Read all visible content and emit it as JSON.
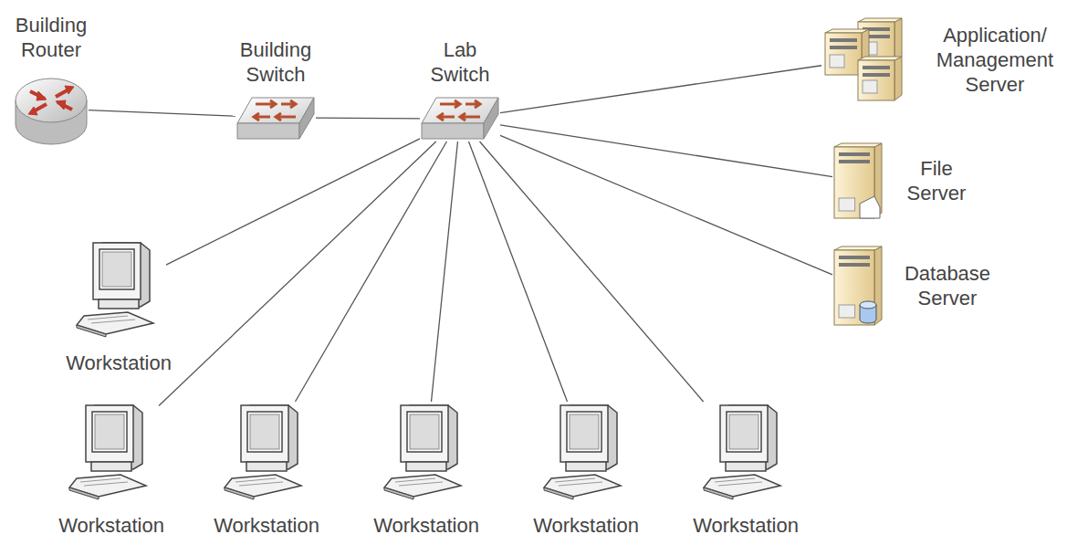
{
  "diagram": {
    "nodes": [
      {
        "text": [
          "Building Router"
        ]
      },
      {
        "text": [
          "Building Switch"
        ]
      },
      {
        "text": [
          "Lab Switch"
        ]
      },
      {
        "text": [
          "Application/ Management Server"
        ]
      },
      {
        "text": [
          "File Server"
        ]
      },
      {
        "text": [
          "Database Server"
        ]
      },
      {
        "text": [
          "Workstation"
        ]
      },
      {
        "text": [
          "Workstation"
        ]
      },
      {
        "text": [
          "Workstation"
        ]
      },
      {
        "text": [
          "Workstation"
        ]
      },
      {
        "text": [
          "Workstation"
        ]
      },
      {
        "text": [
          "Workstation"
        ]
      }
    ],
    "edges": [
      {
        "from": 0,
        "to": 1,
        "arrow": "none"
      },
      {
        "from": 1,
        "to": 2,
        "arrow": "none"
      },
      {
        "from": 2,
        "to": 3,
        "arrow": "none"
      },
      {
        "from": 2,
        "to": 4,
        "arrow": "none"
      },
      {
        "from": 2,
        "to": 5,
        "arrow": "none"
      },
      {
        "from": 2,
        "to": 6,
        "arrow": "none"
      },
      {
        "from": 2,
        "to": 7,
        "arrow": "none"
      },
      {
        "from": 2,
        "to": 8,
        "arrow": "none"
      },
      {
        "from": 2,
        "to": 9,
        "arrow": "none"
      },
      {
        "from": 2,
        "to": 10,
        "arrow": "none"
      },
      {
        "from": 2,
        "to": 11,
        "arrow": "none"
      }
    ]
  }
}
